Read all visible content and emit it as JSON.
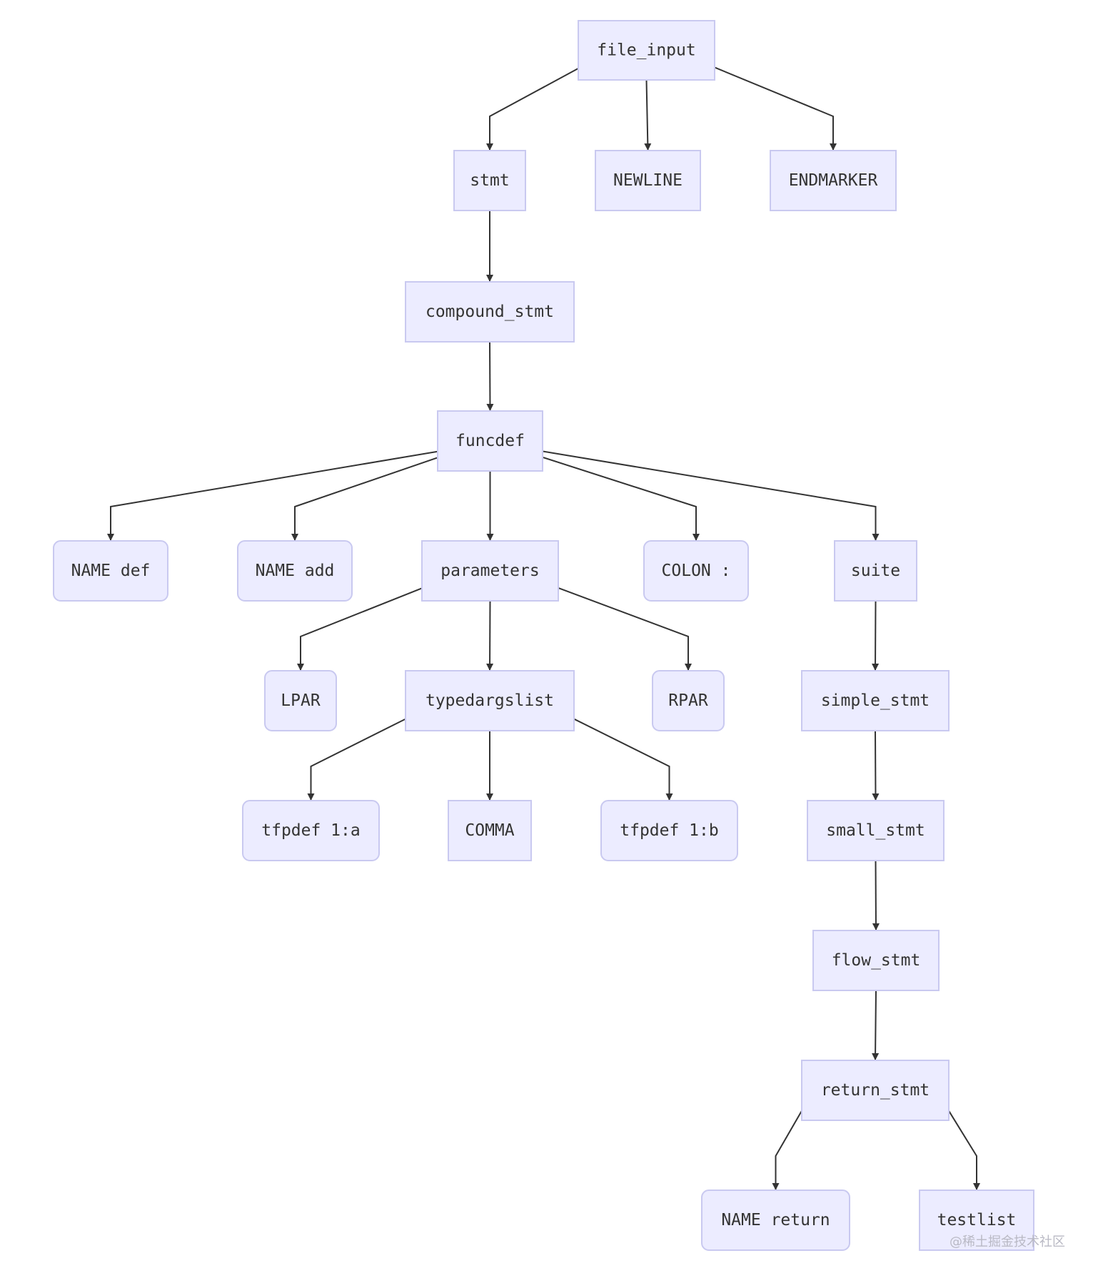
{
  "nodes": [
    {
      "id": "file_input",
      "label": "file_input",
      "shape": "rect"
    },
    {
      "id": "stmt",
      "label": "stmt",
      "shape": "rect"
    },
    {
      "id": "newline",
      "label": "NEWLINE",
      "shape": "rect"
    },
    {
      "id": "endmarker",
      "label": "ENDMARKER",
      "shape": "rect"
    },
    {
      "id": "compound_stmt",
      "label": "compound_stmt",
      "shape": "rect"
    },
    {
      "id": "funcdef",
      "label": "funcdef",
      "shape": "rect"
    },
    {
      "id": "name_def",
      "label": "NAME def",
      "shape": "rounded"
    },
    {
      "id": "name_add",
      "label": "NAME add",
      "shape": "rounded"
    },
    {
      "id": "parameters",
      "label": "parameters",
      "shape": "rect"
    },
    {
      "id": "colon",
      "label": "COLON :",
      "shape": "rounded"
    },
    {
      "id": "suite",
      "label": "suite",
      "shape": "rect"
    },
    {
      "id": "lpar",
      "label": "LPAR",
      "shape": "rounded"
    },
    {
      "id": "typedargslist",
      "label": "typedargslist",
      "shape": "rect"
    },
    {
      "id": "rpar",
      "label": "RPAR",
      "shape": "rounded"
    },
    {
      "id": "simple_stmt",
      "label": "simple_stmt",
      "shape": "rect"
    },
    {
      "id": "tfpdef_a",
      "label": "tfpdef 1:a",
      "shape": "rounded"
    },
    {
      "id": "comma",
      "label": "COMMA",
      "shape": "rect"
    },
    {
      "id": "tfpdef_b",
      "label": "tfpdef 1:b",
      "shape": "rounded"
    },
    {
      "id": "small_stmt",
      "label": "small_stmt",
      "shape": "rect"
    },
    {
      "id": "flow_stmt",
      "label": "flow_stmt",
      "shape": "rect"
    },
    {
      "id": "return_stmt",
      "label": "return_stmt",
      "shape": "rect"
    },
    {
      "id": "name_return",
      "label": "NAME return",
      "shape": "rounded"
    },
    {
      "id": "testlist",
      "label": "testlist",
      "shape": "rect"
    }
  ],
  "edges": [
    {
      "from": "file_input",
      "to": "stmt"
    },
    {
      "from": "file_input",
      "to": "newline"
    },
    {
      "from": "file_input",
      "to": "endmarker"
    },
    {
      "from": "stmt",
      "to": "compound_stmt"
    },
    {
      "from": "compound_stmt",
      "to": "funcdef"
    },
    {
      "from": "funcdef",
      "to": "name_def"
    },
    {
      "from": "funcdef",
      "to": "name_add"
    },
    {
      "from": "funcdef",
      "to": "parameters"
    },
    {
      "from": "funcdef",
      "to": "colon"
    },
    {
      "from": "funcdef",
      "to": "suite"
    },
    {
      "from": "parameters",
      "to": "lpar"
    },
    {
      "from": "parameters",
      "to": "typedargslist"
    },
    {
      "from": "parameters",
      "to": "rpar"
    },
    {
      "from": "typedargslist",
      "to": "tfpdef_a"
    },
    {
      "from": "typedargslist",
      "to": "comma"
    },
    {
      "from": "typedargslist",
      "to": "tfpdef_b"
    },
    {
      "from": "suite",
      "to": "simple_stmt"
    },
    {
      "from": "simple_stmt",
      "to": "small_stmt"
    },
    {
      "from": "small_stmt",
      "to": "flow_stmt"
    },
    {
      "from": "flow_stmt",
      "to": "return_stmt"
    },
    {
      "from": "return_stmt",
      "to": "name_return"
    },
    {
      "from": "return_stmt",
      "to": "testlist"
    }
  ],
  "watermark": "@稀土掘金技术社区",
  "colors": {
    "node_fill": "#ececff",
    "node_border": "#c9c9f0",
    "edge": "#333333",
    "text": "#333333"
  }
}
